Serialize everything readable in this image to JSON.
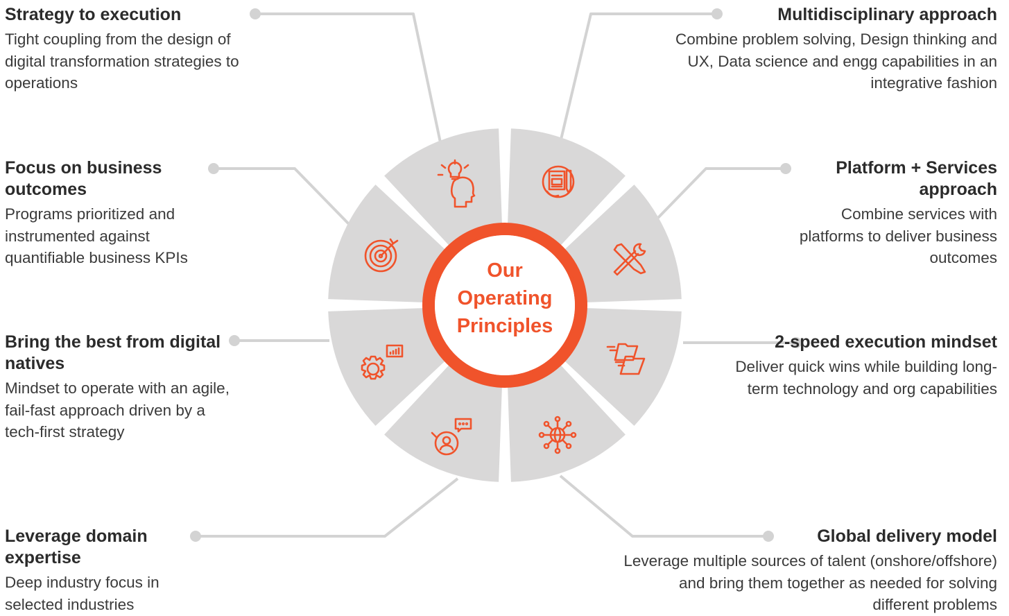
{
  "center_title": [
    "Our",
    "Operating",
    "Principles"
  ],
  "colors": {
    "accent": "#f0532b",
    "segment": "#d9d8d8",
    "connector": "#d3d3d3",
    "text": "#2b2b2b"
  },
  "principles": [
    {
      "title": "Strategy to execution",
      "description": "Tight coupling from the design of digital transformation strategies to operations",
      "icon": "idea-head-icon"
    },
    {
      "title": "Multidisciplinary approach",
      "description": "Combine problem solving, Design thinking and UX, Data science and engg capabilities in an integrative fashion",
      "icon": "blueprint-tools-icon"
    },
    {
      "title": "Focus on business outcomes",
      "description": "Programs prioritized and instrumented against quantifiable business KPIs",
      "icon": "target-icon"
    },
    {
      "title": "Platform + Services approach",
      "description": "Combine services with platforms to deliver business outcomes",
      "icon": "tools-icon"
    },
    {
      "title": "Bring the best from digital natives",
      "description": "Mindset to operate with an agile, fail-fast approach driven by a tech-first strategy",
      "icon": "gear-chart-icon"
    },
    {
      "title": "2-speed execution mindset",
      "description": "Deliver quick wins while building long-term technology and org capabilities",
      "icon": "fast-folders-icon"
    },
    {
      "title": "Leverage domain expertise",
      "description": "Deep industry focus in selected industries",
      "icon": "expert-chat-icon"
    },
    {
      "title": "Global delivery model",
      "description": "Leverage multiple sources of talent (onshore/offshore) and bring them together as needed for solving different problems",
      "icon": "global-network-icon"
    }
  ]
}
